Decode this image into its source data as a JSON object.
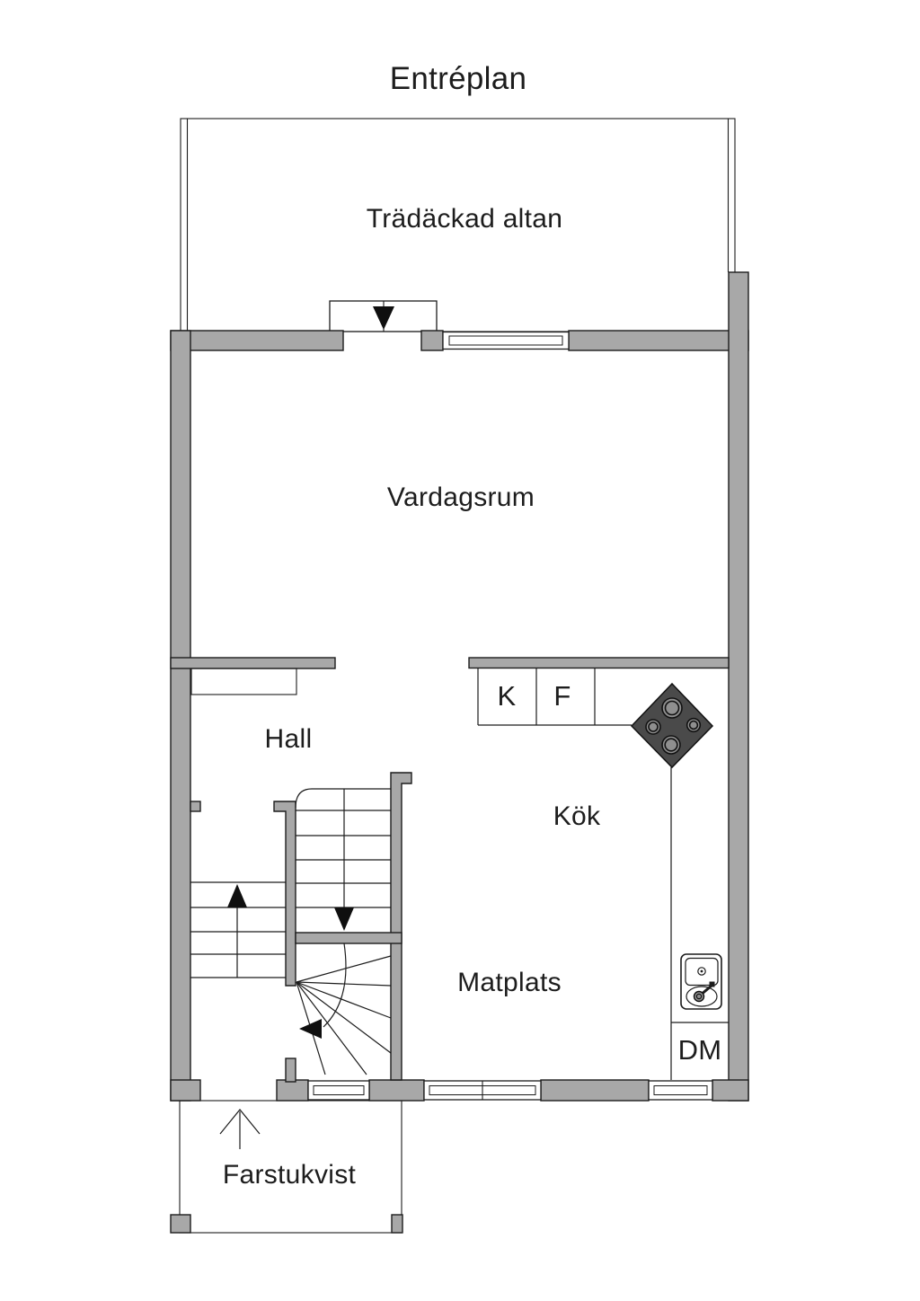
{
  "title": "Entréplan",
  "areas": {
    "deck": "Trädäckad altan",
    "living_room": "Vardagsrum",
    "hall": "Hall",
    "kitchen": "Kök",
    "dining": "Matplats",
    "porch": "Farstukvist"
  },
  "appliances": {
    "fridge": "K",
    "freezer": "F",
    "dishwasher": "DM"
  },
  "colors": {
    "wall": "#a8a8a8",
    "stove": "#4a4a4a",
    "burner": "#8f8f8f",
    "line": "#1c1c1c",
    "background": "#ffffff"
  }
}
